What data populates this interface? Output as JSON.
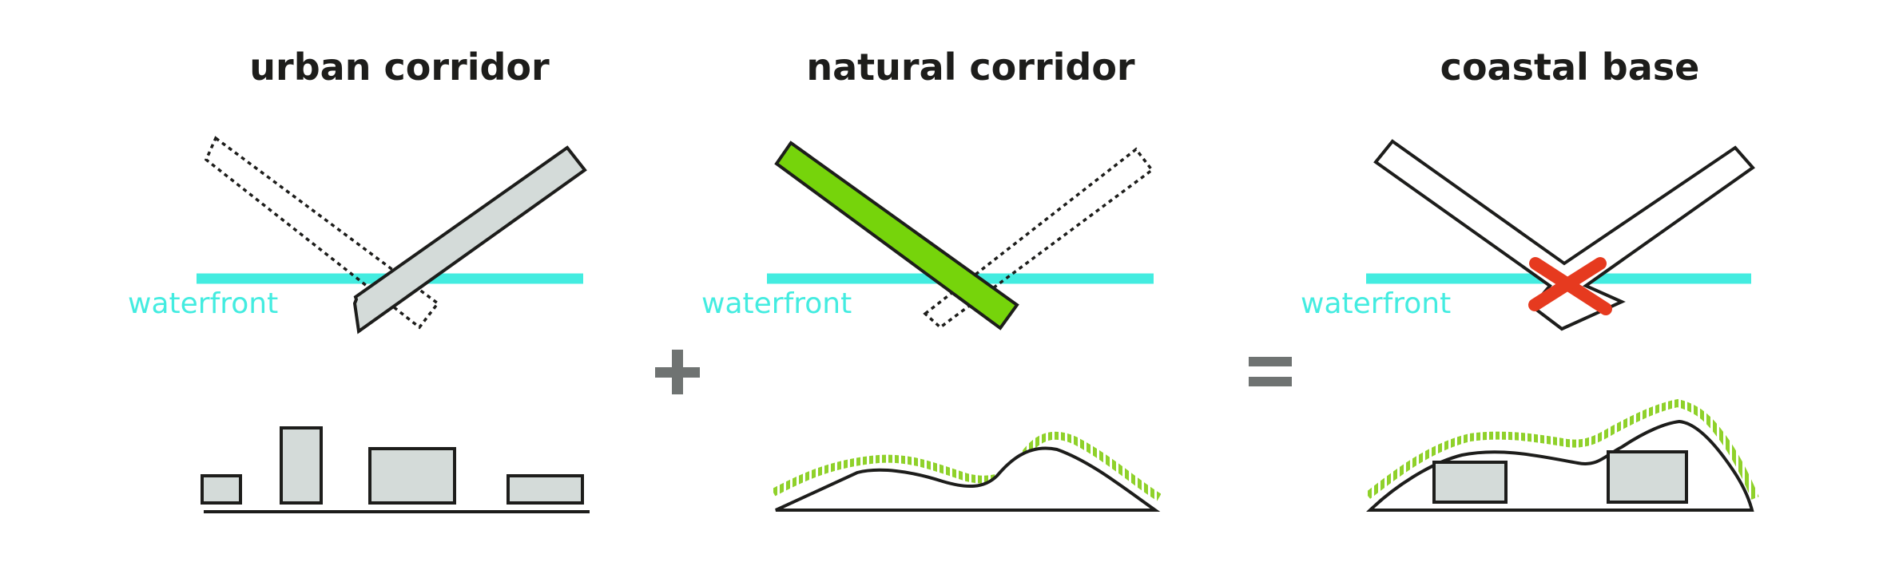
{
  "colors": {
    "waterfront": "#43ece0",
    "urban_fill": "#d4dbd9",
    "natural_fill": "#76d40b",
    "stroke": "#1d1d1b",
    "cross": "#e63a1f",
    "operator": "#6f7372",
    "vegetation": "#8fd12a"
  },
  "panels": {
    "urban": {
      "title": "urban corridor",
      "waterfront_label": "waterfront"
    },
    "natural": {
      "title": "natural corridor",
      "waterfront_label": "waterfront"
    },
    "coastal": {
      "title": "coastal base",
      "waterfront_label": "waterfront"
    }
  },
  "operators": {
    "plus": "+",
    "equals": "="
  },
  "icons": {
    "plus": "plus-icon",
    "equals": "equals-icon",
    "cross": "cross-icon"
  }
}
